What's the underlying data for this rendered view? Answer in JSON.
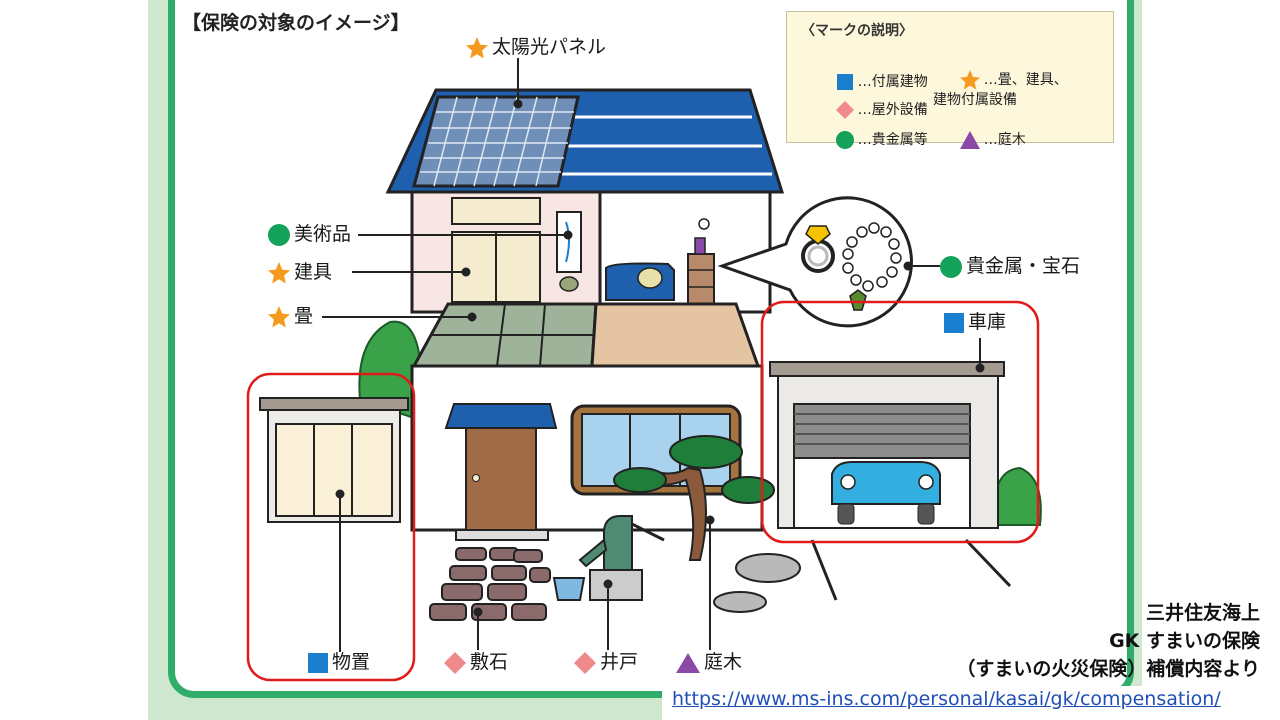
{
  "heading": "【保険の対象のイメージ】",
  "legend": {
    "title": "〈マークの説明〉",
    "items": [
      {
        "mark": "square",
        "text": "…付属建物"
      },
      {
        "mark": "diamond",
        "text": "…屋外設備"
      },
      {
        "mark": "circle",
        "text": "…貴金属等"
      },
      {
        "mark": "star",
        "text": "…畳、建具、\n建物付属設備"
      },
      {
        "mark": "triangle",
        "text": "…庭木"
      }
    ]
  },
  "labels": {
    "solar": "太陽光パネル",
    "art": "美術品",
    "fittings": "建具",
    "tatami": "畳",
    "jewelry": "貴金属・宝石",
    "garage": "車庫",
    "shed": "物置",
    "paving": "敷石",
    "well": "井戸",
    "tree": "庭木"
  },
  "source": {
    "line1": "三井住友海上",
    "line2": "GK すまいの保険",
    "line3": "（すまいの火災保険）補償内容より",
    "url": "https://www.ms-ins.com/personal/kasai/gk/compensation/"
  },
  "colors": {
    "square": "#1b7fd0",
    "diamond": "#f08a8a",
    "circle": "#14a25a",
    "star": "#f59a1e",
    "triangle": "#8b4aa8",
    "frame": "#2fae6b",
    "highlight": "#e01b1b",
    "roof": "#1e5fae"
  }
}
